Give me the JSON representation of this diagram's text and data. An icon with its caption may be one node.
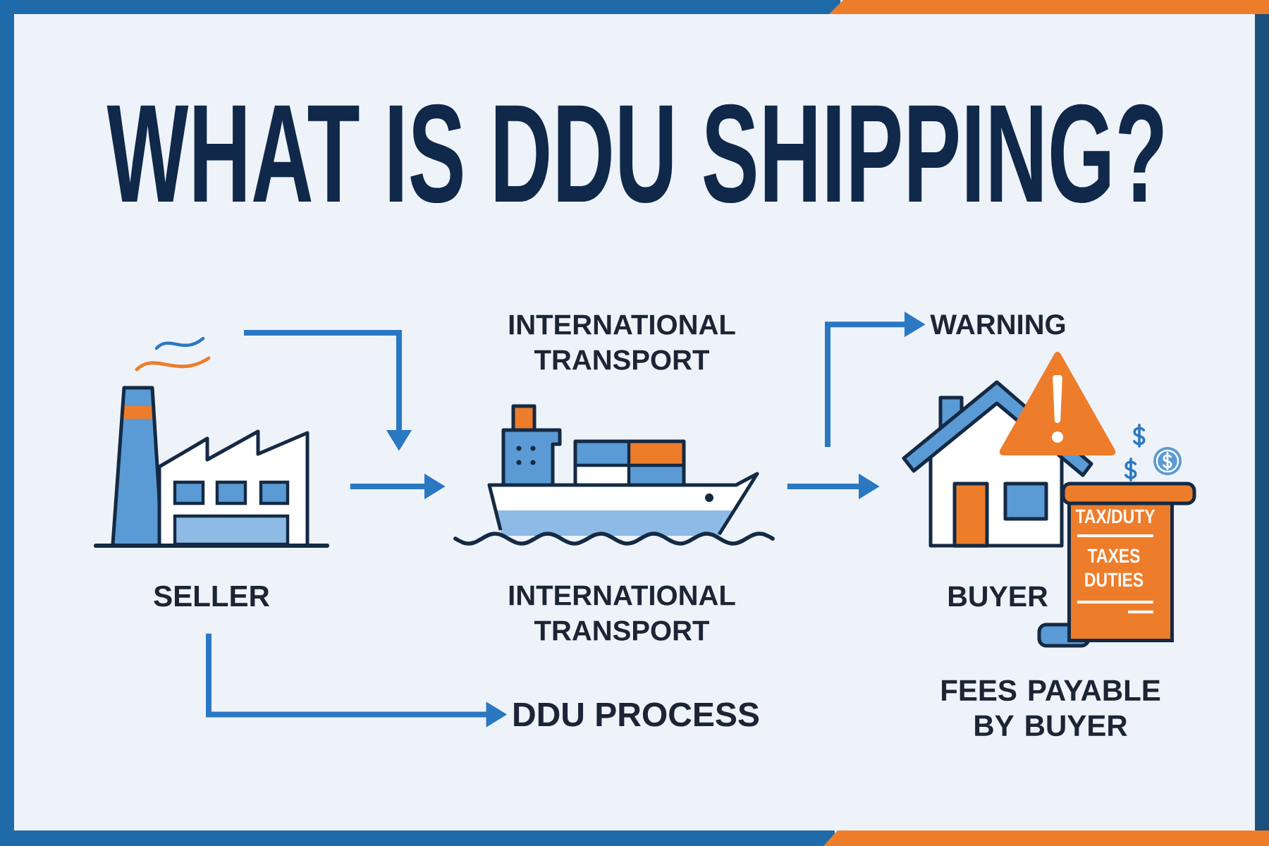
{
  "diagram": {
    "title": "WHAT IS DDU SHIPPING?",
    "nodes": [
      {
        "text": [
          "SELLER"
        ]
      },
      {
        "text": [
          "INTERNATIONAL TRANSPORT",
          "INTERNATIONAL TRANSPORT"
        ]
      },
      {
        "text": [
          "DDU PROCESS"
        ]
      },
      {
        "text": [
          "WARNING"
        ]
      },
      {
        "text": [
          "BUYER"
        ]
      },
      {
        "text": [
          "TAX/DUTY",
          "TAXES DUTIES"
        ]
      }
    ],
    "edges": [
      {
        "from": 0,
        "to": null,
        "arrow": "to"
      },
      {
        "from": 0,
        "to": 1,
        "arrow": "to"
      },
      {
        "from": 0,
        "to": 2,
        "arrow": "to"
      },
      {
        "from": 1,
        "to": 4,
        "arrow": "to"
      },
      {
        "from": null,
        "to": 3,
        "arrow": "to"
      }
    ],
    "labels": [
      "FEES PAYABLE BY BUYER"
    ]
  }
}
